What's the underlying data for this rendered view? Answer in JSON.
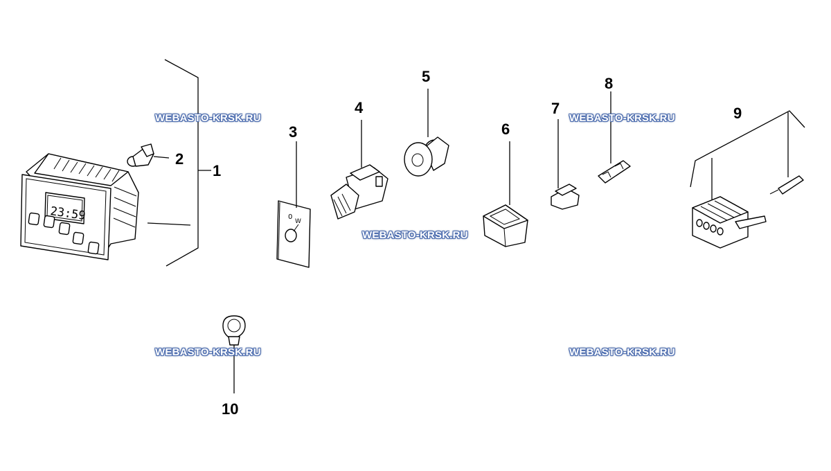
{
  "watermark": {
    "text": "WEBASTO-KRSK.RU",
    "colors": {
      "fill": "#ffffff",
      "outline": "#4b6cb0"
    }
  },
  "part_numbers": [
    "1",
    "2",
    "3",
    "4",
    "5",
    "6",
    "7",
    "8",
    "9",
    "10"
  ],
  "timer_display": "23:59",
  "icons": [
    "timer-unit-icon",
    "bulb-icon",
    "switch-plate-icon",
    "key-switch-icon",
    "rotary-knob-icon",
    "connector-housing-icon",
    "blade-terminal-icon",
    "crimp-terminal-icon",
    "multi-pin-connector-icon",
    "cable-clip-icon"
  ]
}
